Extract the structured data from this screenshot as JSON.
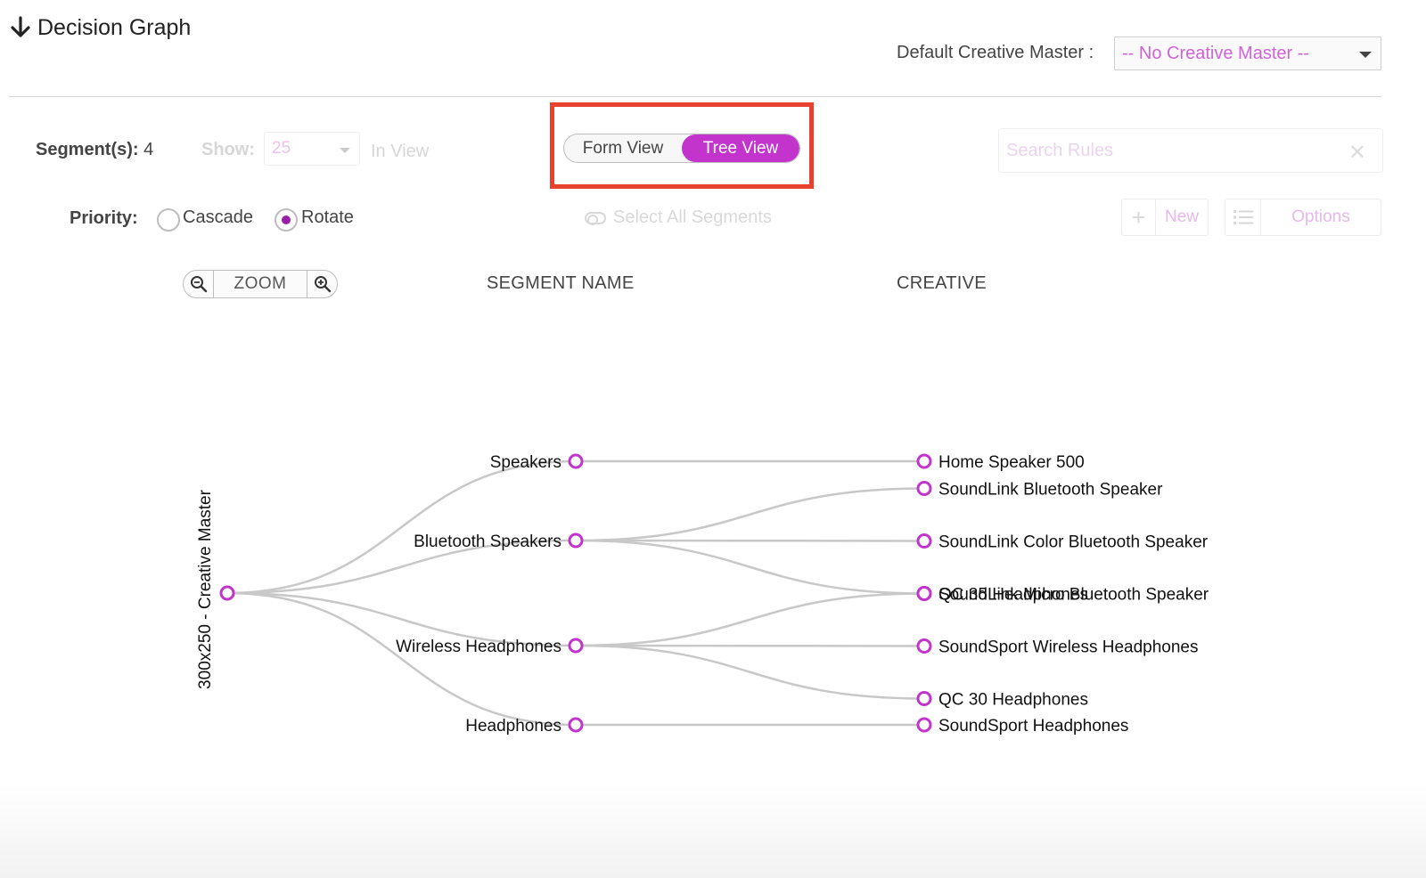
{
  "header": {
    "title": "Decision Graph",
    "default_creative_master_label": "Default Creative Master :",
    "default_creative_master_value": "-- No Creative Master --"
  },
  "toolbar": {
    "segments_label": "Segment(s):",
    "segments_count": "4",
    "show_label": "Show:",
    "show_value": "25",
    "in_view_label": "In View",
    "view_toggle": {
      "form_label": "Form View",
      "tree_label": "Tree View",
      "active": "Tree View"
    },
    "search_placeholder": "Search Rules",
    "clear_symbol": "✕",
    "new_label": "New",
    "options_label": "Options"
  },
  "priority": {
    "label": "Priority:",
    "options": [
      "Cascade",
      "Rotate"
    ],
    "selected": "Rotate"
  },
  "select_all_label": "Select All Segments",
  "zoom_label": "ZOOM",
  "columns": {
    "segment_name": "SEGMENT NAME",
    "creative": "CREATIVE"
  },
  "tree": {
    "root": "300x250 - Creative Master",
    "segments": [
      {
        "name": "Speakers",
        "creatives": [
          "Home Speaker 500"
        ]
      },
      {
        "name": "Bluetooth Speakers",
        "creatives": [
          "SoundLink Bluetooth Speaker",
          "SoundLink Color Bluetooth Speaker",
          "SoundLink Micro Bluetooth Speaker"
        ]
      },
      {
        "name": "Wireless Headphones",
        "creatives": [
          "QC 35 Headphones",
          "SoundSport Wireless Headphones",
          "QC 30 Headphones"
        ]
      },
      {
        "name": "Headphones",
        "creatives": [
          "SoundSport Headphones"
        ]
      }
    ]
  },
  "colors": {
    "accent": "#c234cc",
    "highlight_border": "#e8412e",
    "link": "#c8c8c8"
  }
}
